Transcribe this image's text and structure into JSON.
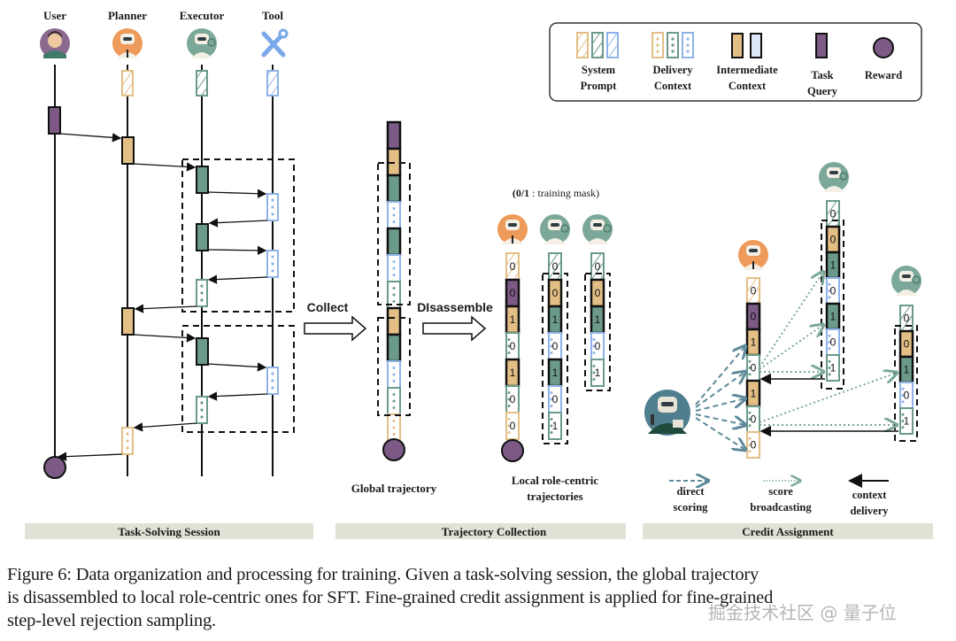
{
  "colors": {
    "planner": "#e3bf86",
    "executor": "#6b9a8a",
    "tool": "#8fb3e8",
    "tool_fill": "#dce7f7",
    "task_query": "#7d5a86",
    "reward": "#7d5a86",
    "section_bar": "#dfe3d5",
    "arrow_scoring": "#5f8a9a",
    "arrow_broadcast": "#7aa89a"
  },
  "legend": {
    "items": [
      {
        "label_line1": "System",
        "label_line2": "Prompt",
        "icon": "striped-blocks-icon"
      },
      {
        "label_line1": "Delivery",
        "label_line2": "Context",
        "icon": "dotted-blocks-icon"
      },
      {
        "label_line1": "Intermediate",
        "label_line2": "Context",
        "icon": "solid-blocks-icon"
      },
      {
        "label_line1": "Task",
        "label_line2": "Query",
        "icon": "task-query-block-icon"
      },
      {
        "label_line1": "Reward",
        "label_line2": "",
        "icon": "reward-circle-icon"
      }
    ]
  },
  "session": {
    "roles": [
      {
        "name": "User",
        "avatar": "user-avatar-icon"
      },
      {
        "name": "Planner",
        "avatar": "planner-robot-icon"
      },
      {
        "name": "Executor",
        "avatar": "executor-robot-icon"
      },
      {
        "name": "Tool",
        "avatar": "tool-wrench-icon"
      }
    ],
    "section_label": "Task-Solving Session"
  },
  "collection": {
    "collect_label": "Collect",
    "disassemble_label": "DIsassemble",
    "mask_note_bold": "(0/1",
    "mask_note_rest": " : training mask)",
    "global_label": "Global trajectory",
    "local_label_line1": "Local role-centric",
    "local_label_line2": "trajectories",
    "section_label": "Trajectory Collection",
    "planner_mask": [
      "0",
      "0",
      "1",
      "0",
      "1",
      "0",
      "0"
    ],
    "executor1_mask": [
      "0",
      "0",
      "1",
      "0",
      "1",
      "0",
      "1"
    ],
    "executor2_mask": [
      "0",
      "0",
      "1",
      "0",
      "1"
    ]
  },
  "credit": {
    "planner_mask": [
      "0",
      "0",
      "1",
      "0",
      "1",
      "0",
      "0"
    ],
    "executor1_mask": [
      "0",
      "0",
      "1",
      "0",
      "1",
      "0",
      "1"
    ],
    "executor2_mask": [
      "0",
      "0",
      "1",
      "0",
      "1"
    ],
    "legend": [
      {
        "line1": "direct",
        "line2": "scoring"
      },
      {
        "line1": "score",
        "line2": "broadcasting"
      },
      {
        "line1": "context",
        "line2": "delivery"
      }
    ],
    "section_label": "Credit Assignment"
  },
  "caption": {
    "line1": "Figure 6: Data organization and processing for training. Given a task-solving session, the global trajectory",
    "line2": "is disassembled to local role-centric ones for SFT. Fine-grained credit assignment is applied for fine-grained",
    "line3": "step-level rejection sampling."
  },
  "watermark": "掘金技术社区 @ 量子位"
}
